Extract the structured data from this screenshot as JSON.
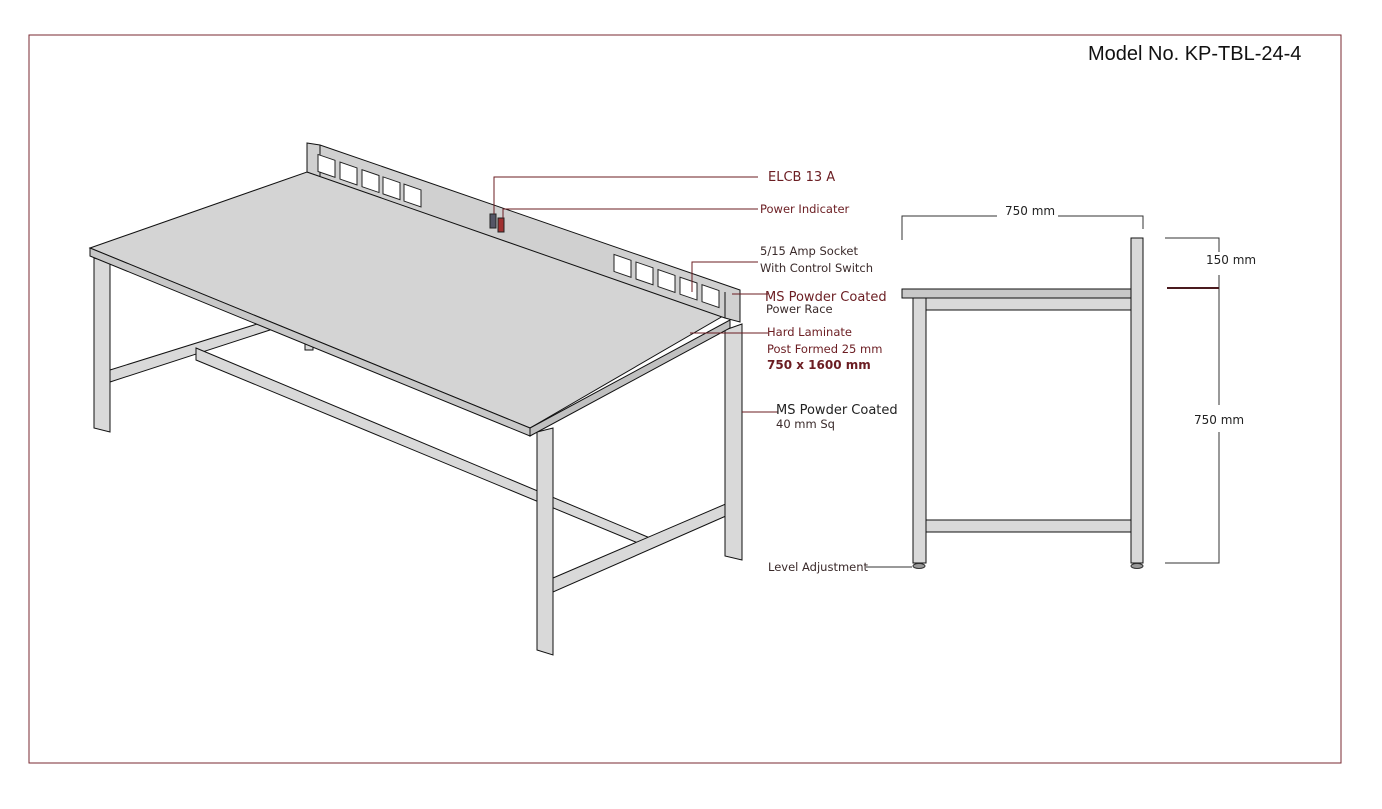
{
  "model_number": "Model No. KP-TBL-24-4",
  "callouts": {
    "elcb": "ELCB 13 A",
    "power_indicator": "Power Indicater",
    "socket_line1": "5/15 Amp Socket",
    "socket_line2": "With Control Switch",
    "race_line1": "MS Powder Coated",
    "race_line2": "Power Race",
    "top_line1": "Hard Laminate",
    "top_line2": "Post Formed 25 mm",
    "top_line3": "750  x 1600 mm",
    "frame_line1": "MS Powder Coated",
    "frame_line2": "40 mm Sq",
    "level": "Level Adjustment"
  },
  "dimensions": {
    "depth": "750 mm",
    "race_height": "150 mm",
    "table_height": "750 mm"
  },
  "colors": {
    "border": "#7a2a30",
    "callout": "#6b1d22",
    "metal": "#d9d9d9"
  }
}
